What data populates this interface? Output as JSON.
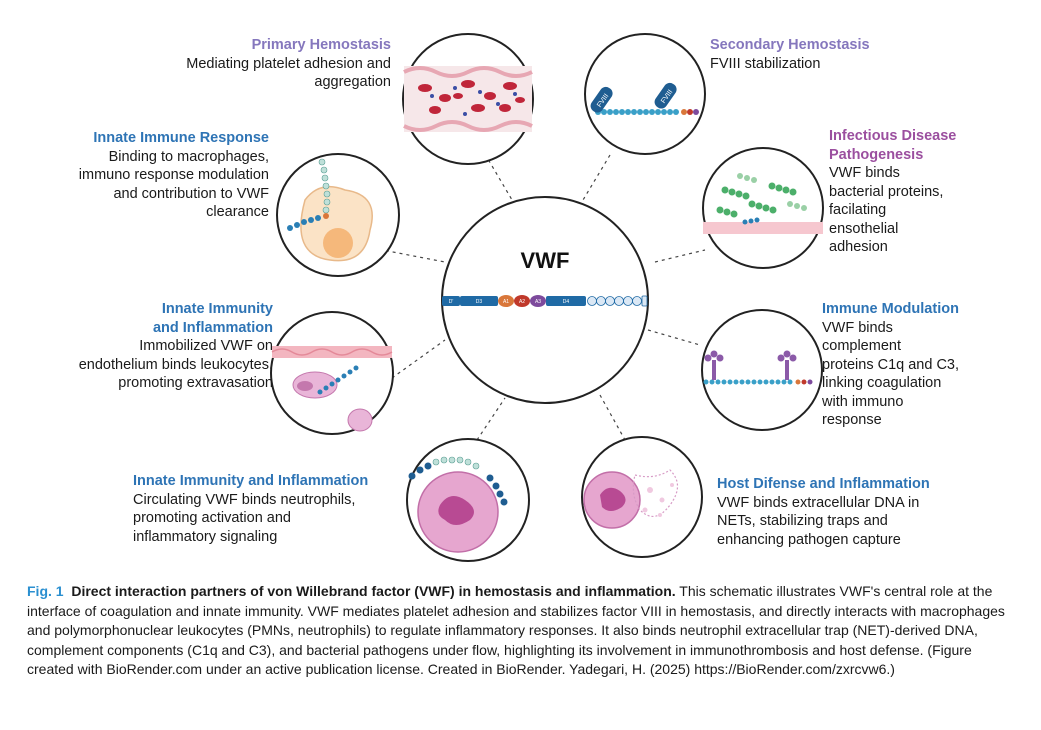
{
  "center": {
    "title": "VWF",
    "domains": [
      "D'",
      "D3",
      "A1",
      "A2",
      "A3",
      "D4"
    ]
  },
  "panels": {
    "primary": {
      "title": "Primary Hemostasis",
      "lines": [
        "Mediating platelet adhesion and",
        "aggregation"
      ]
    },
    "secondary": {
      "title": "Secondary Hemostasis",
      "lines": [
        "FVIII stabilization"
      ],
      "fviii_label": "FVIII"
    },
    "innate_immune": {
      "title": "Innate Immune Response",
      "lines": [
        "Binding to macrophages,",
        "immuno response modulation",
        "and contribution to VWF",
        "clearance"
      ]
    },
    "infectious": {
      "title_lines": [
        "Infectious Disease",
        "Pathogenesis"
      ],
      "lines": [
        "VWF binds",
        "bacterial proteins,",
        "facilating",
        "ensothelial",
        "adhesion"
      ]
    },
    "innate_inflam_1": {
      "title_lines": [
        "Innate Immunity",
        "and Inflammation"
      ],
      "lines": [
        "Immobilized VWF on",
        "endothelium binds leukocytes,",
        "promoting extravasation"
      ]
    },
    "immune_mod": {
      "title": "Immune Modulation",
      "lines": [
        "VWF binds",
        "complement",
        "proteins C1q and C3,",
        "linking coagulation",
        "with  immuno",
        "response"
      ]
    },
    "innate_inflam_2": {
      "title": "Innate Immunity and Inflammation",
      "lines": [
        "Circulating VWF binds neutrophils,",
        "promoting activation and",
        "inflammatory signaling"
      ]
    },
    "host_defense": {
      "title": "Host Difense and Inflammation",
      "lines": [
        "VWF binds extracellular DNA in",
        "NETs, stabilizing traps and",
        "enhancing pathogen capture"
      ]
    }
  },
  "caption": {
    "fig": "Fig. 1",
    "title": "Direct interaction partners of von Willebrand factor (VWF) in hemostasis and inflammation.",
    "body": " This schematic illustrates VWF's central role at the interface of coagulation and innate immunity. VWF mediates platelet adhesion and stabilizes factor VIII in hemostasis, and directly interacts with macrophages and polymorphonuclear leukocytes (PMNs, neutrophils) to regulate inflammatory responses. It also binds neutrophil extracellular trap (NET)-derived DNA, complement components (C1q and C3), and bacterial pathogens under flow, highlighting its involvement in immunothrombosis and host defense. (Figure created with BioRender.com under an active publication license. Created in BioRender. Yadegari, H. (2025) https://BioRender.com/zxrcvw6.)"
  },
  "colors": {
    "title_purple": "#8577bd",
    "title_blue": "#2e74b5",
    "title_magenta": "#9b4f9f",
    "fig_label": "#2a8fd0",
    "domain_blue": "#1f6aa5",
    "domain_orange": "#d9773a",
    "domain_red": "#c0392b",
    "domain_purple": "#7d4a9c"
  }
}
